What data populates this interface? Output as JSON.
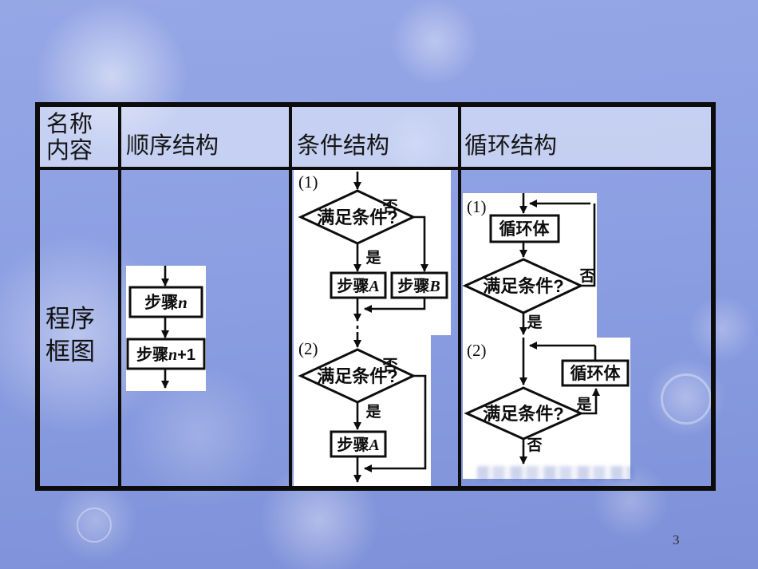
{
  "page_number": "3",
  "table": {
    "header": {
      "name_label": "名称",
      "content_label": "内容",
      "col_sequence": "顺序结构",
      "col_condition": "条件结构",
      "col_loop": "循环结构"
    },
    "row_label": {
      "line1": "程序",
      "line2": "框图"
    }
  },
  "flowchart": {
    "sequence": {
      "box_prefix": "步骤",
      "var1": "n",
      "var2": "n",
      "var2_suffix": "+1"
    },
    "condition": {
      "case1": "(1)",
      "case2": "(2)",
      "decision": "满足条件?",
      "yes": "是",
      "no": "否",
      "step_prefix": "步骤",
      "var_a": "A",
      "var_b": "B"
    },
    "loop": {
      "case1": "(1)",
      "case2": "(2)",
      "decision": "满足条件?",
      "yes": "是",
      "no": "否",
      "body": "循环体"
    }
  },
  "colors": {
    "background": "#8c9fe2",
    "table_border": "#0c0c0c",
    "flowchart_ink": "#0d0d0d",
    "header_fill": "rgba(242,245,253,0.55)"
  }
}
